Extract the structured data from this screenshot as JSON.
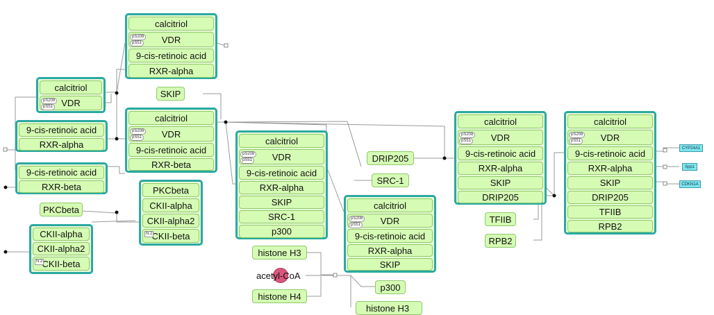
{
  "labels": {
    "calcitriol": "calcitriol",
    "vdr": "VDR",
    "retinoic": "9-cis-retinoic acid",
    "rxra": "RXR-alpha",
    "rxrb": "RXR-beta",
    "skip": "SKIP",
    "pkcbeta": "PKCbeta",
    "ck2a": "CKII-alpha",
    "ck2a2": "CKII-alpha2",
    "ck2b": "CKII-beta",
    "drip205": "DRIP205",
    "src1": "SRC-1",
    "p300": "p300",
    "tfiib": "TFIIB",
    "rpb2": "RPB2",
    "h3": "histone H3",
    "h4": "histone H4",
    "acetylcoa": "acetyl-CoA",
    "ptm_s208": "pS208",
    "ptm_s51": "pS51",
    "stoich": "N:2",
    "partial_h3": "histone H3"
  },
  "genes": {
    "cyp24a1": "CYP24A1",
    "spp1": "Spp1",
    "cdkn1a": "CDKN1A"
  },
  "colors": {
    "complex_border": "#2aa9a1",
    "complex_fill": "#e9f9d8",
    "protein_fill": "#d5fbb4",
    "protein_border": "#8fca6a",
    "small_molecule": "#d9577e",
    "gene_fill": "#7fe6ee"
  }
}
